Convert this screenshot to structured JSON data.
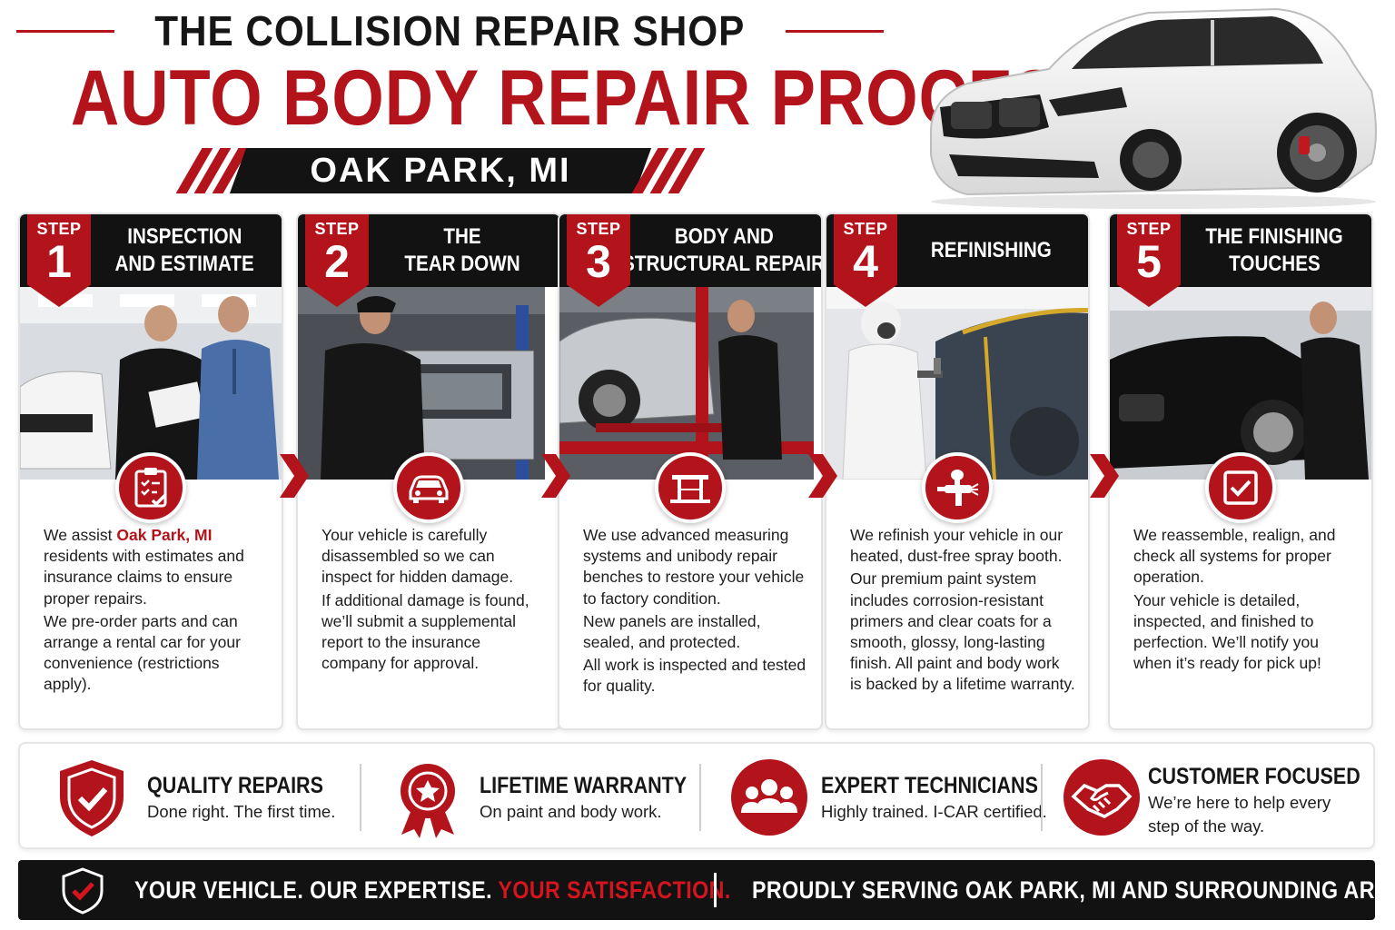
{
  "header": {
    "shop_name": "THE COLLISION REPAIR SHOP",
    "title": "AUTO BODY REPAIR PROCESS",
    "location": "OAK PARK, MI"
  },
  "colors": {
    "accent_red": "#b3141b",
    "dark": "#121212",
    "white": "#ffffff"
  },
  "steps": [
    {
      "word": "STEP",
      "number": "1",
      "title_line1": "INSPECTION",
      "title_line2": "AND ESTIMATE",
      "icon": "clipboard-check-icon",
      "desc_p1_prefix": "We assist ",
      "desc_p1_highlight": "Oak Park, MI",
      "desc_p1_suffix": " residents with estimates and insurance claims to ensure proper repairs.",
      "desc_p2": "We pre-order parts and can arrange a rental car for your convenience (restrictions apply)."
    },
    {
      "word": "STEP",
      "number": "2",
      "title_line1": "THE",
      "title_line2": "TEAR DOWN",
      "icon": "car-icon",
      "desc_p1": "Your vehicle is carefully disassembled so we can inspect for hidden damage.",
      "desc_p2": "If additional damage is found, we’ll submit a supplemental report to the insurance company for approval."
    },
    {
      "word": "STEP",
      "number": "3",
      "title_line1": "BODY AND",
      "title_line2": "STRUCTURAL REPAIR",
      "icon": "frame-bench-icon",
      "desc_p1": "We use advanced measuring systems and unibody repair benches to restore your vehicle to factory condition.",
      "desc_p2": "New panels are installed, sealed, and protected.",
      "desc_p3": "All work is inspected and tested for quality."
    },
    {
      "word": "STEP",
      "number": "4",
      "title_line1": "REFINISHING",
      "title_line2": "",
      "icon": "spray-gun-icon",
      "desc_p1": "We refinish your vehicle in our heated, dust-free spray booth.",
      "desc_p2": "Our premium paint system includes corrosion-resistant primers and clear coats for a smooth, glossy, long-lasting finish. All paint and body work is backed by a lifetime warranty."
    },
    {
      "word": "STEP",
      "number": "5",
      "title_line1": "THE FINISHING",
      "title_line2": "TOUCHES",
      "icon": "checkbox-icon",
      "desc_p1": "We reassemble, realign, and check all systems for proper operation.",
      "desc_p2": "Your vehicle is detailed, inspected, and finished to perfection. We’ll notify you when it’s ready for pick up!"
    }
  ],
  "features": [
    {
      "title": "QUALITY REPAIRS",
      "subtitle": "Done right. The first time.",
      "icon": "shield-check-icon"
    },
    {
      "title": "LIFETIME WARRANTY",
      "subtitle": "On paint and body work.",
      "icon": "award-ribbon-icon"
    },
    {
      "title": "EXPERT TECHNICIANS",
      "subtitle": "Highly trained. I-CAR certified.",
      "icon": "team-icon"
    },
    {
      "title": "CUSTOMER FOCUSED",
      "subtitle_line1": "We’re here to help every",
      "subtitle_line2": "step of the way.",
      "icon": "handshake-icon"
    }
  ],
  "footer": {
    "left_white": "YOUR VEHICLE. OUR EXPERTISE.",
    "left_red": "YOUR SATISFACTION.",
    "right": "PROUDLY SERVING OAK PARK, MI AND SURROUNDING AREAS"
  }
}
